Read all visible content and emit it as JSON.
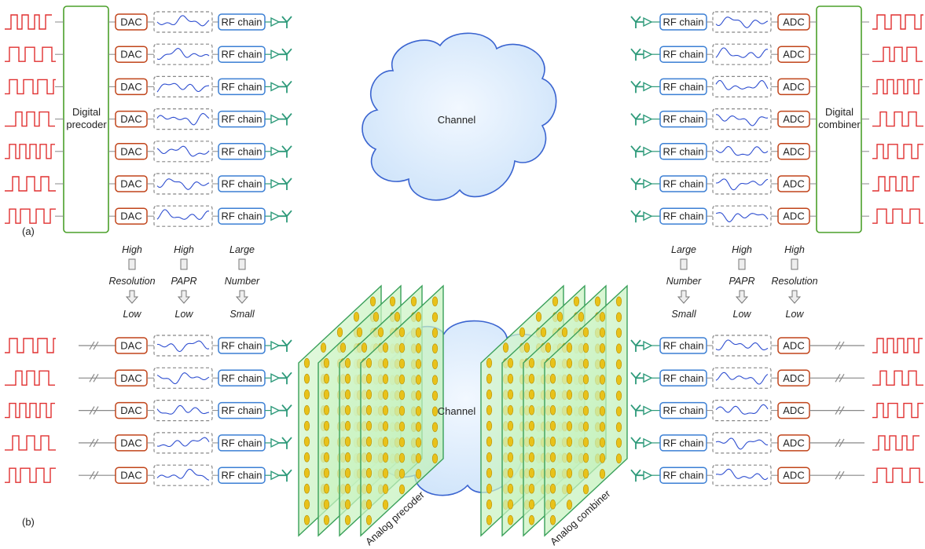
{
  "panel_a": {
    "label": "(a)",
    "precoder_label": [
      "Digital",
      "precoder"
    ],
    "combiner_label": [
      "Digital",
      "combiner"
    ],
    "dac_label": "DAC",
    "adc_label": "ADC",
    "rf_label": "RF chain",
    "channel_label": "Channel",
    "row_count": 7
  },
  "panel_b": {
    "label": "(b)",
    "dac_label": "DAC",
    "adc_label": "ADC",
    "rf_label": "RF chain",
    "channel_label": "Channel",
    "analog_precoder_label": "Analog precoder",
    "analog_combiner_label": "Analog combiner",
    "row_count": 5
  },
  "annotations_left": [
    {
      "top": "High",
      "middle": "Resolution",
      "bottom": "Low"
    },
    {
      "top": "High",
      "middle": "PAPR",
      "bottom": "Low"
    },
    {
      "top": "Large",
      "middle": "Number",
      "bottom": "Small"
    }
  ],
  "annotations_right": [
    {
      "top": "Large",
      "middle": "Number",
      "bottom": "Small"
    },
    {
      "top": "High",
      "middle": "PAPR",
      "bottom": "Low"
    },
    {
      "top": "High",
      "middle": "Resolution",
      "bottom": "Low"
    }
  ],
  "colors": {
    "converter": "#c0441a",
    "rf": "#3b7fd4",
    "digital": "#4ba02a",
    "antenna": "#2e9a7a",
    "pulse": "#e03030",
    "wave": "#2f4fd0",
    "cloud_fill": "#d6e9fb",
    "cloud_stroke": "#3a64d0",
    "panel_fill": "#c8f2c0",
    "panel_stroke": "#3aa05a",
    "element": "#e8c21a"
  }
}
